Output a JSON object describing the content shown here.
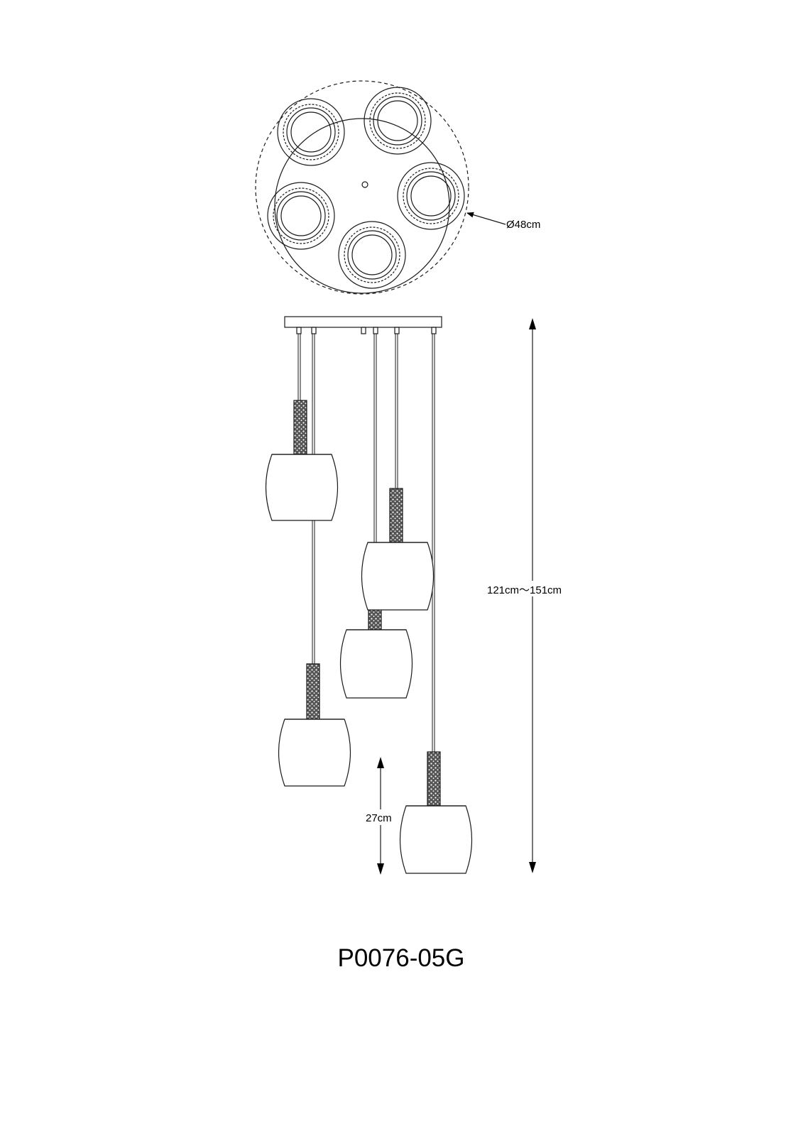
{
  "drawing": {
    "diameter_label": "Ø48cm",
    "height_label": "121cm～151cm",
    "shade_height_label": "27cm",
    "model_code": "P0076-05G"
  },
  "colors": {
    "line": "#1a1a1a",
    "background": "#ffffff",
    "texture": "#333333"
  }
}
